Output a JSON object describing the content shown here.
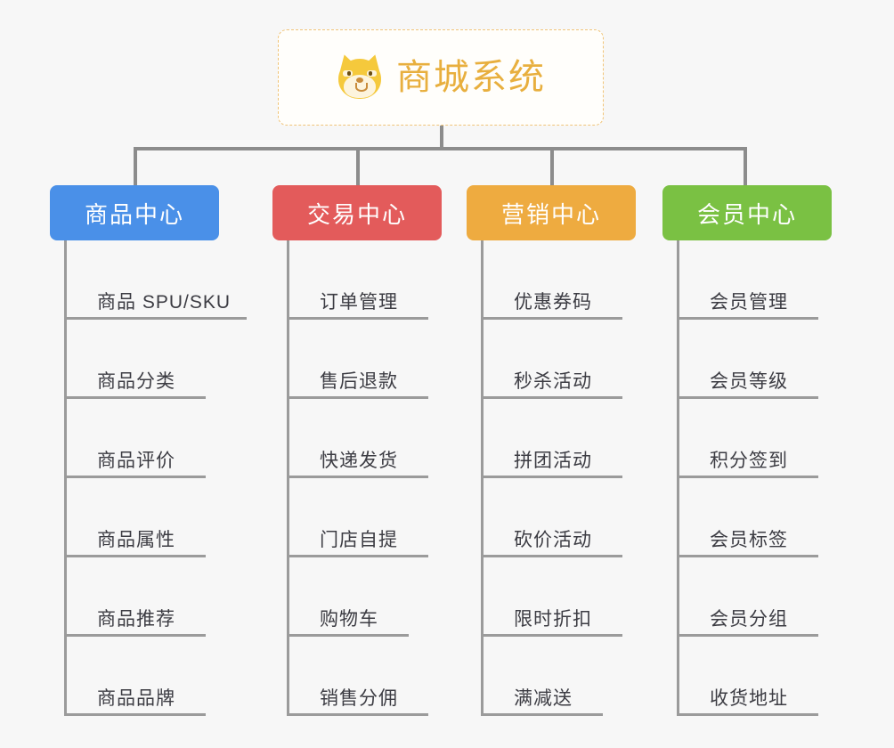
{
  "root": {
    "title": "商城系统",
    "emoji_name": "shiba-dog-face-emoji",
    "title_color": "#e8af3e",
    "border_color": "#f0c479"
  },
  "columns": [
    {
      "label": "商品中心",
      "color": "#4a90e8",
      "items": [
        "商品 SPU/SKU",
        "商品分类",
        "商品评价",
        "商品属性",
        "商品推荐",
        "商品品牌"
      ]
    },
    {
      "label": "交易中心",
      "color": "#e35b5b",
      "items": [
        "订单管理",
        "售后退款",
        "快递发货",
        "门店自提",
        "购物车",
        "销售分佣"
      ]
    },
    {
      "label": "营销中心",
      "color": "#eeab40",
      "items": [
        "优惠券码",
        "秒杀活动",
        "拼团活动",
        "砍价活动",
        "限时折扣",
        "满减送"
      ]
    },
    {
      "label": "会员中心",
      "color": "#7ac143",
      "items": [
        "会员管理",
        "会员等级",
        "积分签到",
        "会员标签",
        "会员分组",
        "收货地址"
      ]
    }
  ],
  "layout": {
    "column_left": [
      56,
      306,
      524,
      744
    ],
    "connector_color": "#8c8c8c",
    "background": "#f7f7f7"
  }
}
